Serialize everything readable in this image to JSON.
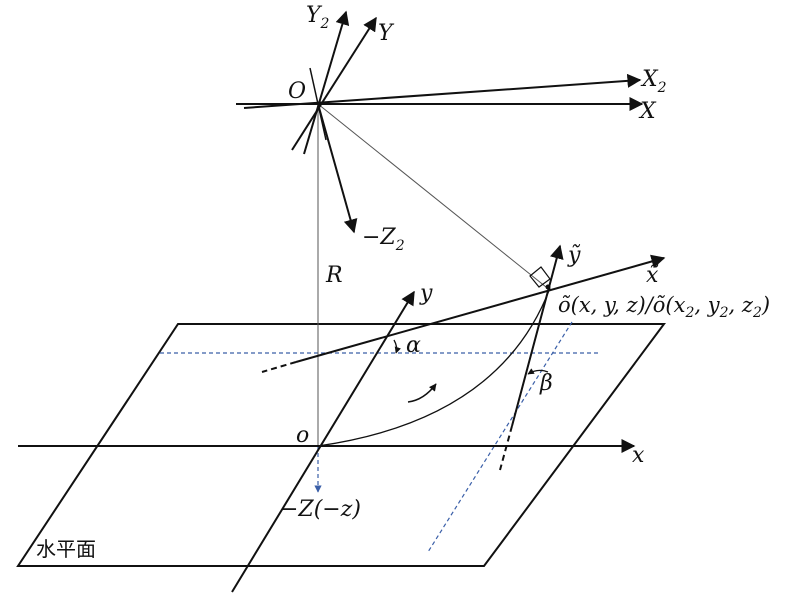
{
  "labels": {
    "origin_upper": "O",
    "axis_X": "X",
    "axis_X2": "X",
    "axis_X2_sub": "2",
    "axis_Y": "Y",
    "axis_Y2": "Y",
    "axis_Y2_sub": "2",
    "axis_negZ2": "−Z",
    "axis_negZ2_sub": "2",
    "radius": "R",
    "axis_x_tilde": "x̃",
    "axis_y_tilde": "ỹ",
    "point_label": "õ(x, y, z)/õ(x",
    "point_label_sub1": "2",
    "point_label_mid1": ", y",
    "point_label_sub2": "2",
    "point_label_mid2": ", z",
    "point_label_sub3": "2",
    "point_label_end": ")",
    "origin_lower": "o",
    "axis_x": "x",
    "axis_y": "y",
    "axis_negZ": "−Z(−z)",
    "angle_alpha": "α",
    "angle_beta": "β",
    "plane_label": "水平面"
  },
  "colors": {
    "line": "#111111",
    "thin_line": "#555555",
    "dashed_blue": "#3a5fa8"
  }
}
